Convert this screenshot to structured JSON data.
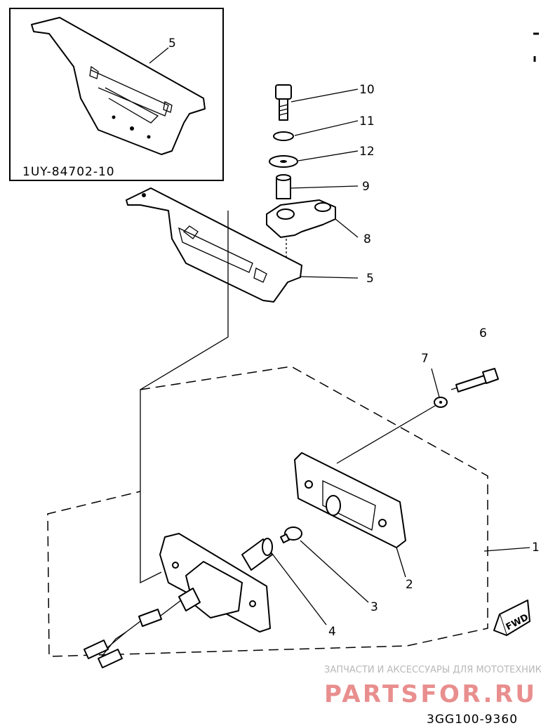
{
  "inset": {
    "code": "1UY-84702-10",
    "callout": "5"
  },
  "callouts": {
    "p10": "10",
    "p11": "11",
    "p12": "12",
    "p9": "9",
    "p8": "8",
    "p5": "5",
    "p6": "6",
    "p7": "7",
    "p1": "1",
    "p2": "2",
    "p3": "3",
    "p4": "4"
  },
  "fwd_label": "FWD",
  "diagram_code": "3GG100-9360",
  "watermark": {
    "line1": "ЗАПЧАСТИ И АКСЕССУАРЫ ДЛЯ МОТОТЕХНИКИ",
    "line2": "PARTSFOR.RU"
  }
}
